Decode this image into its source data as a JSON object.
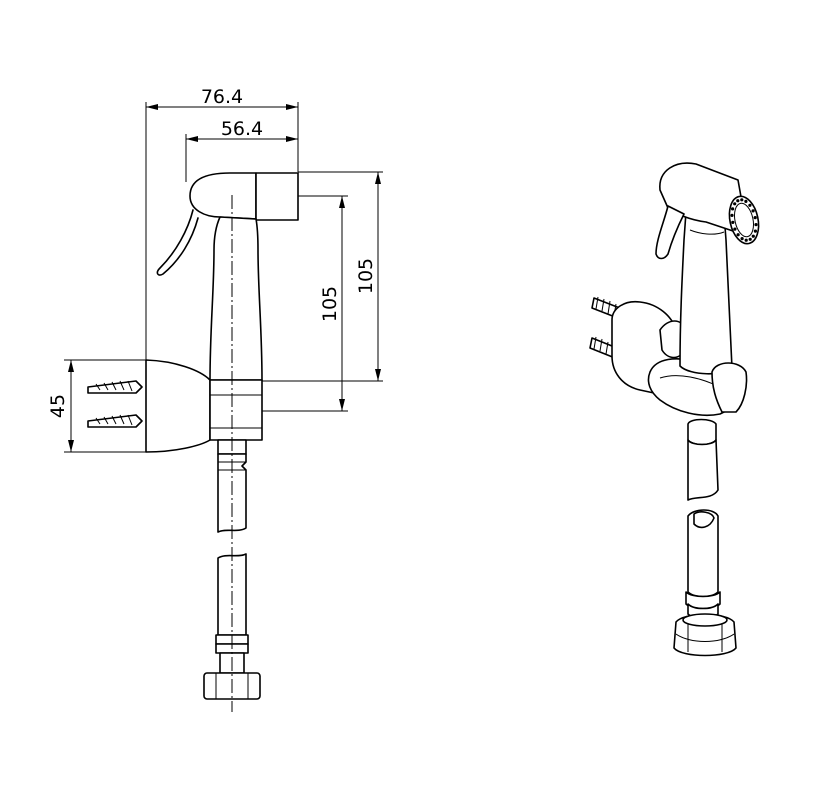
{
  "dimensions": {
    "overall_width": "76.4",
    "spray_width": "56.4",
    "height_outer": "105",
    "height_inner": "105",
    "bracket_height": "45"
  }
}
